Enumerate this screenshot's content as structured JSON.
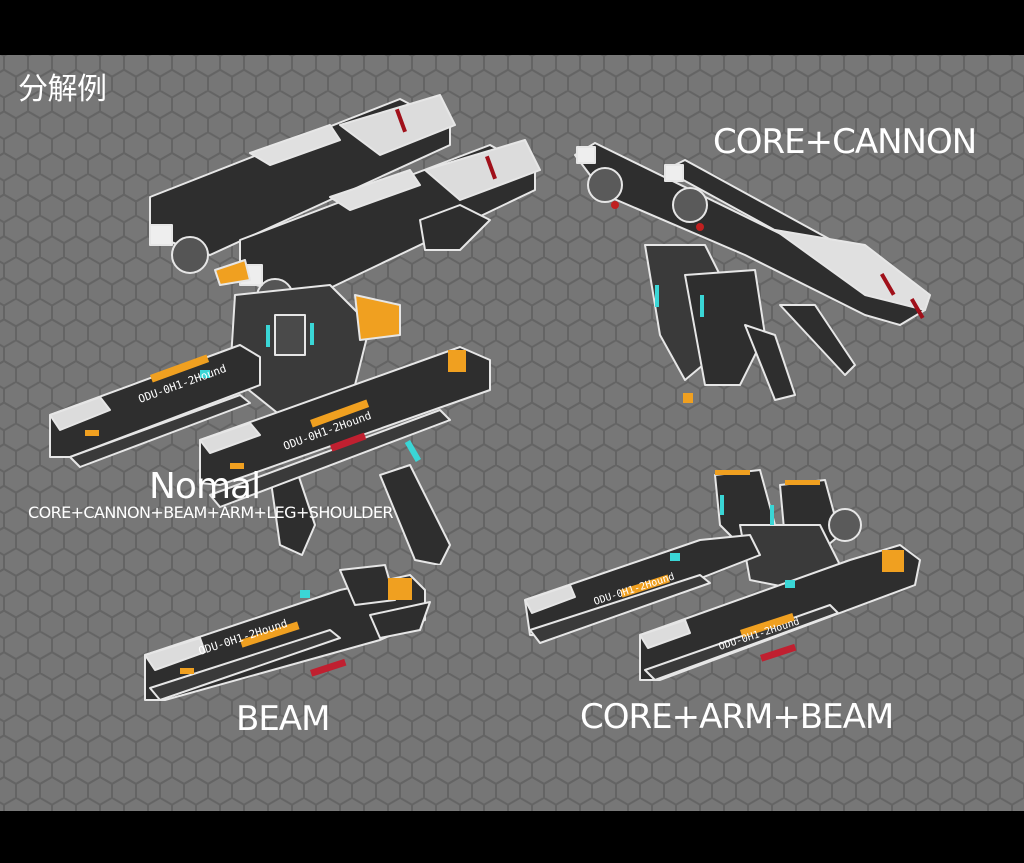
{
  "page": {
    "title": "分解例",
    "background": {
      "fill": "#767676",
      "hex_line": "#636363",
      "letterbox": "#000000"
    }
  },
  "variants": [
    {
      "id": "normal",
      "label": "Nomal",
      "sublabel": "CORE+CANNON+BEAM+ARM+LEG+SHOULDER"
    },
    {
      "id": "core-cannon",
      "label": "CORE+CANNON"
    },
    {
      "id": "beam",
      "label": "BEAM"
    },
    {
      "id": "core-arm-beam",
      "label": "CORE+ARM+BEAM"
    }
  ],
  "decals": {
    "weapon_name": "ODU-0H1-2Hound"
  },
  "colors": {
    "armor_dark": "#2e2e2e",
    "armor_mid": "#4a4a4a",
    "armor_light": "#d8d8d8",
    "accent_orange": "#f0a020",
    "accent_cyan": "#3ad6d6",
    "accent_red": "#a0101a",
    "outline": "#e6e6e6"
  }
}
